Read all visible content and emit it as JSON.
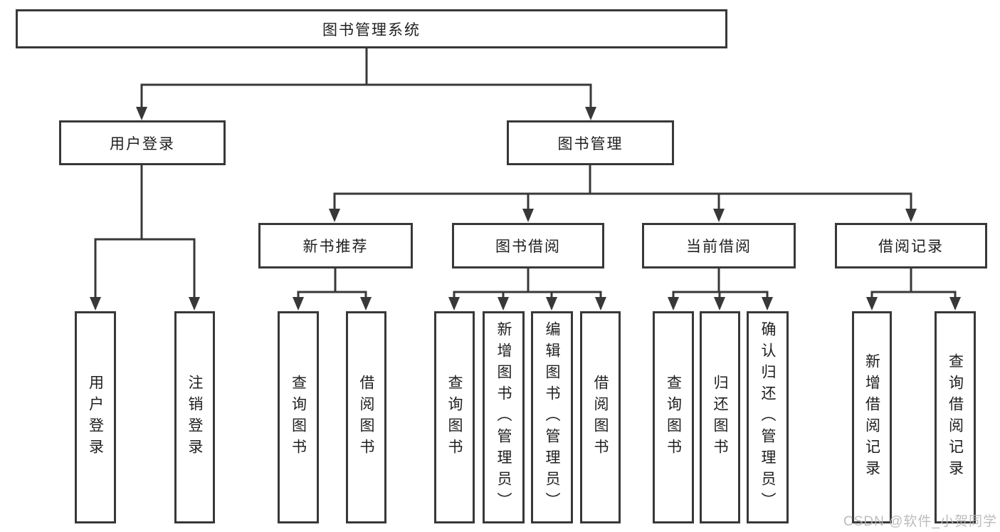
{
  "diagram_title": "图书管理系统",
  "nodes": {
    "root": "图书管理系统",
    "user_login": "用户登录",
    "book_mgmt": "图书管理",
    "new_books": "新书推荐",
    "book_borrow": "图书借阅",
    "current_borrow": "当前借阅",
    "borrow_records": "借阅记录",
    "ul_user_login": "用户登录",
    "ul_logout": "注销登录",
    "nb_query_books": "查询图书",
    "nb_borrow_books": "借阅图书",
    "bb_query_books": "查询图书",
    "bb_add_books": "新增图书（管理员）",
    "bb_edit_books": "编辑图书（管理员）",
    "bb_borrow_books": "借阅图书",
    "cb_query_books": "查询图书",
    "cb_return_books": "归还图书",
    "cb_confirm_return": "确认归还（管理员）",
    "br_add_record": "新增借阅记录",
    "br_query_record": "查询借阅记录"
  },
  "hierarchy": {
    "root": "图书管理系统",
    "children": [
      {
        "label": "用户登录",
        "children": [
          "用户登录",
          "注销登录"
        ]
      },
      {
        "label": "图书管理",
        "children": [
          {
            "label": "新书推荐",
            "children": [
              "查询图书",
              "借阅图书"
            ]
          },
          {
            "label": "图书借阅",
            "children": [
              "查询图书",
              "新增图书（管理员）",
              "编辑图书（管理员）",
              "借阅图书"
            ]
          },
          {
            "label": "当前借阅",
            "children": [
              "查询图书",
              "归还图书",
              "确认归还（管理员）"
            ]
          },
          {
            "label": "借阅记录",
            "children": [
              "新增借阅记录",
              "查询借阅记录"
            ]
          }
        ]
      }
    ]
  },
  "watermark": "CSDN @软件_小贺同学",
  "colors": {
    "line": "#383838",
    "text": "#1f1f1f",
    "watermark": "#b5b5b5",
    "background": "#ffffff"
  }
}
